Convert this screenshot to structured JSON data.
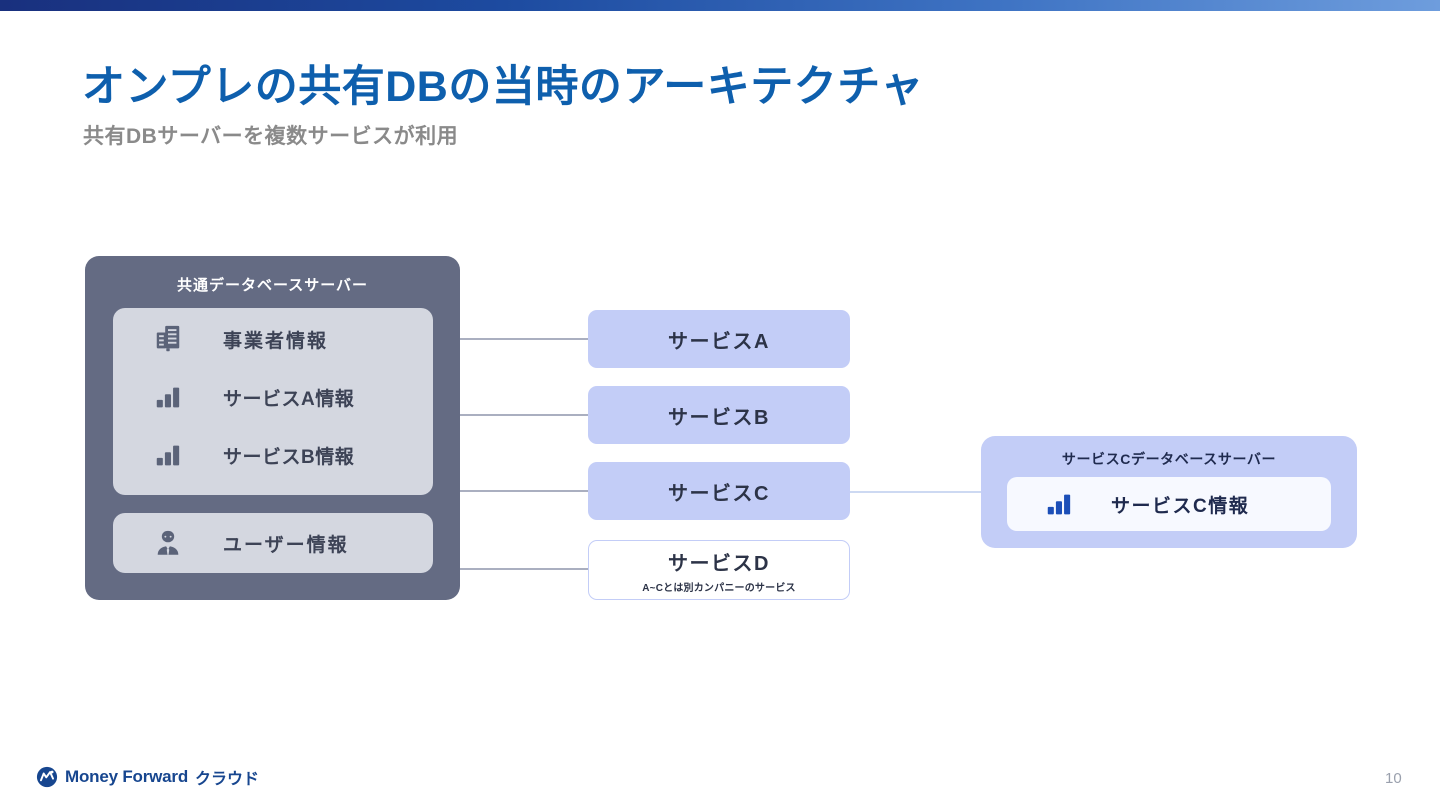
{
  "header": {
    "title": "オンプレの共有DBの当時のアーキテクチャ",
    "subtitle": "共有DBサーバーを複数サービスが利用",
    "title_color": "#0e5fad",
    "subtitle_color": "#8a8a8a"
  },
  "topbar": {
    "gradient_from": "#19307e",
    "gradient_to": "#6e9ddd"
  },
  "diagram": {
    "db_server": {
      "title": "共通データベースサーバー",
      "box_color": "#646b83",
      "panel_color": "#d4d7e0",
      "text_color": "#3d4356",
      "main_items": [
        {
          "icon": "building-icon",
          "label": "事業者情報"
        },
        {
          "icon": "bar-chart-icon",
          "label": "サービスA情報"
        },
        {
          "icon": "bar-chart-icon",
          "label": "サービスB情報"
        }
      ],
      "user_item": {
        "icon": "person-icon",
        "label": "ユーザー情報"
      }
    },
    "services": [
      {
        "label": "サービスA",
        "sublabel": "",
        "style": "filled"
      },
      {
        "label": "サービスB",
        "sublabel": "",
        "style": "filled"
      },
      {
        "label": "サービスC",
        "sublabel": "",
        "style": "filled"
      },
      {
        "label": "サービスD",
        "sublabel": "A~Cとは別カンパニーのサービス",
        "style": "outlined"
      }
    ],
    "service_fill_color": "#c3cdf7",
    "service_text_color": "#2c3347",
    "connector_color": "#aaafc0",
    "connector_right_color": "#cdd9f2",
    "svc_c_server": {
      "title": "サービスCデータベースサーバー",
      "box_color": "#c3cdf7",
      "panel_color": "#f7f9ff",
      "text_color": "#1f2a4e",
      "item": {
        "icon": "bar-chart-icon",
        "label": "サービスC情報"
      }
    }
  },
  "footer": {
    "logo_mark": "money-forward-logo-icon",
    "logo_text": "Money Forward",
    "logo_suffix": "クラウド",
    "logo_color": "#17468f",
    "page_number": "10"
  }
}
